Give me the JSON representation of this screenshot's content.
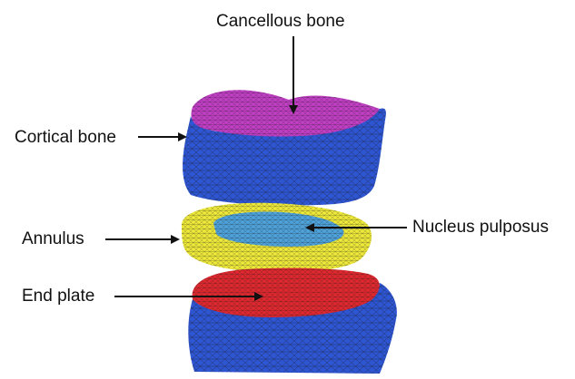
{
  "labels": {
    "cancellous": "Cancellous bone",
    "cortical": "Cortical bone",
    "annulus": "Annulus",
    "nucleus": "Nucleus pulposus",
    "endplate": "End plate"
  },
  "colors": {
    "cortical_bone": "#2e55d2",
    "cancellous_bone": "#c23fc6",
    "annulus": "#efea3a",
    "nucleus_pulposus": "#4fa3dc",
    "end_plate": "#e0282f",
    "mesh_line": "#1a1a1a",
    "arrow": "#111111"
  }
}
